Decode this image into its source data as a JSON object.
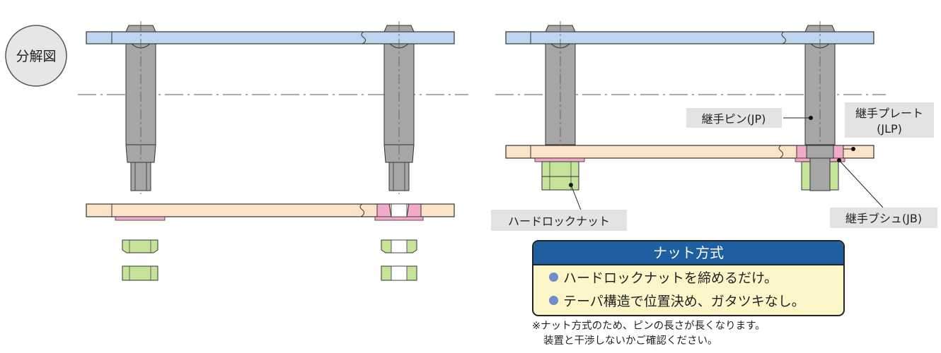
{
  "badge": {
    "label": "分解図"
  },
  "labels": {
    "joint_pin": "継手ピン(JP)",
    "joint_plate_line1": "継手プレート",
    "joint_plate_line2": "(JLP)",
    "joint_bush": "継手ブシュ(JB)",
    "hard_lock_nut": "ハードロックナット"
  },
  "legend": {
    "title": "ナット方式",
    "items": [
      "ハードロックナットを締めるだけ。",
      "テーパ構造で位置決め、ガタツキなし。"
    ]
  },
  "notes": [
    "※ナット方式のため、ピンの長さが長くなります。",
    "装置と干渉しないかご確認ください。"
  ],
  "colors": {
    "plate_top": "#bcd6ef",
    "plate_bottom": "#fbe3c8",
    "pin": "#a6a6a6",
    "nut": "#c6e39a",
    "bush": "#f3a9c9",
    "legend_header": "#1f5f9f",
    "legend_body": "#fdf6c9",
    "label_bg": "#e3e3e3"
  }
}
